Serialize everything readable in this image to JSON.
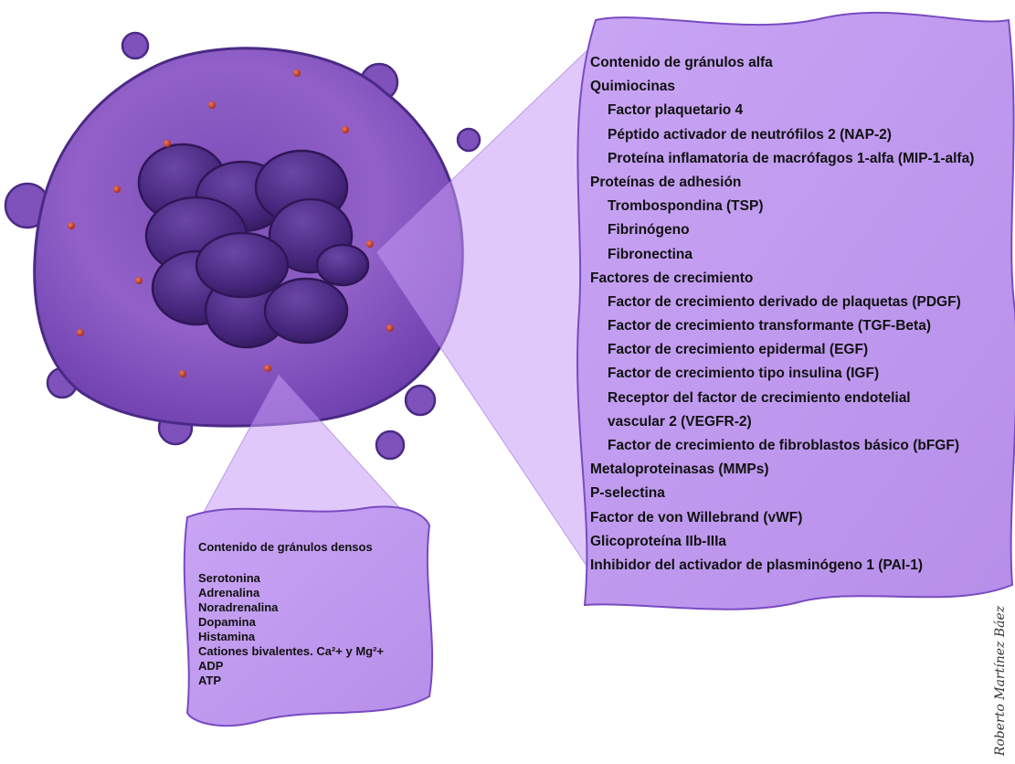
{
  "alpha_panel": {
    "title": "Contenido de gránulos alfa",
    "rows": [
      {
        "text": "Quimiocinas",
        "indent": false
      },
      {
        "text": "Factor plaquetario 4",
        "indent": true
      },
      {
        "text": "Péptido activador de neutrófilos 2  (NAP-2)",
        "indent": true
      },
      {
        "text": "Proteína inflamatoria de macrófagos 1-alfa (MIP-1-alfa)",
        "indent": true
      },
      {
        "text": "Proteínas de adhesión",
        "indent": false
      },
      {
        "text": "Trombospondina (TSP)",
        "indent": true
      },
      {
        "text": "Fibrinógeno",
        "indent": true
      },
      {
        "text": "Fibronectina",
        "indent": true
      },
      {
        "text": "Factores de crecimiento",
        "indent": false
      },
      {
        "text": "Factor de crecimiento derivado de plaquetas (PDGF)",
        "indent": true
      },
      {
        "text": "Factor de crecimiento transformante (TGF-Beta)",
        "indent": true
      },
      {
        "text": "Factor de crecimiento epidermal (EGF)",
        "indent": true
      },
      {
        "text": "Factor de crecimiento tipo insulina (IGF)",
        "indent": true
      },
      {
        "text": "Receptor del factor de crecimiento endotelial",
        "indent": true
      },
      {
        "text": "vascular 2 (VEGFR-2)",
        "indent": true
      },
      {
        "text": "Factor de crecimiento de fibroblastos básico (bFGF)",
        "indent": true
      },
      {
        "text": "Metaloproteinasas (MMPs)",
        "indent": false
      },
      {
        "text": "P-selectina",
        "indent": false
      },
      {
        "text": "Factor de von Willebrand (vWF)",
        "indent": false
      },
      {
        "text": "Glicoproteína IIb-IIIa",
        "indent": false
      },
      {
        "text": "Inhibidor del activador de plasminógeno 1 (PAI-1)",
        "indent": false
      }
    ]
  },
  "dense_panel": {
    "title": "Contenido de gránulos densos",
    "items": [
      "Serotonina",
      "Adrenalina",
      "Noradrenalina",
      "Dopamina",
      "Histamina",
      "Cationes bivalentes. Ca²+ y Mg²+",
      "ADP",
      "ATP"
    ]
  },
  "signature": "Roberto Martínez Báez",
  "colors": {
    "cell_fill": "#8a5cbf",
    "cell_edge": "#4b2a86",
    "granule_dark": "#4a2b82",
    "red_dot": "#c0392b",
    "panel_fill": "#c9a6f2",
    "panel_edge": "#7a4ac2",
    "cone_fill": "#b48ae8"
  }
}
